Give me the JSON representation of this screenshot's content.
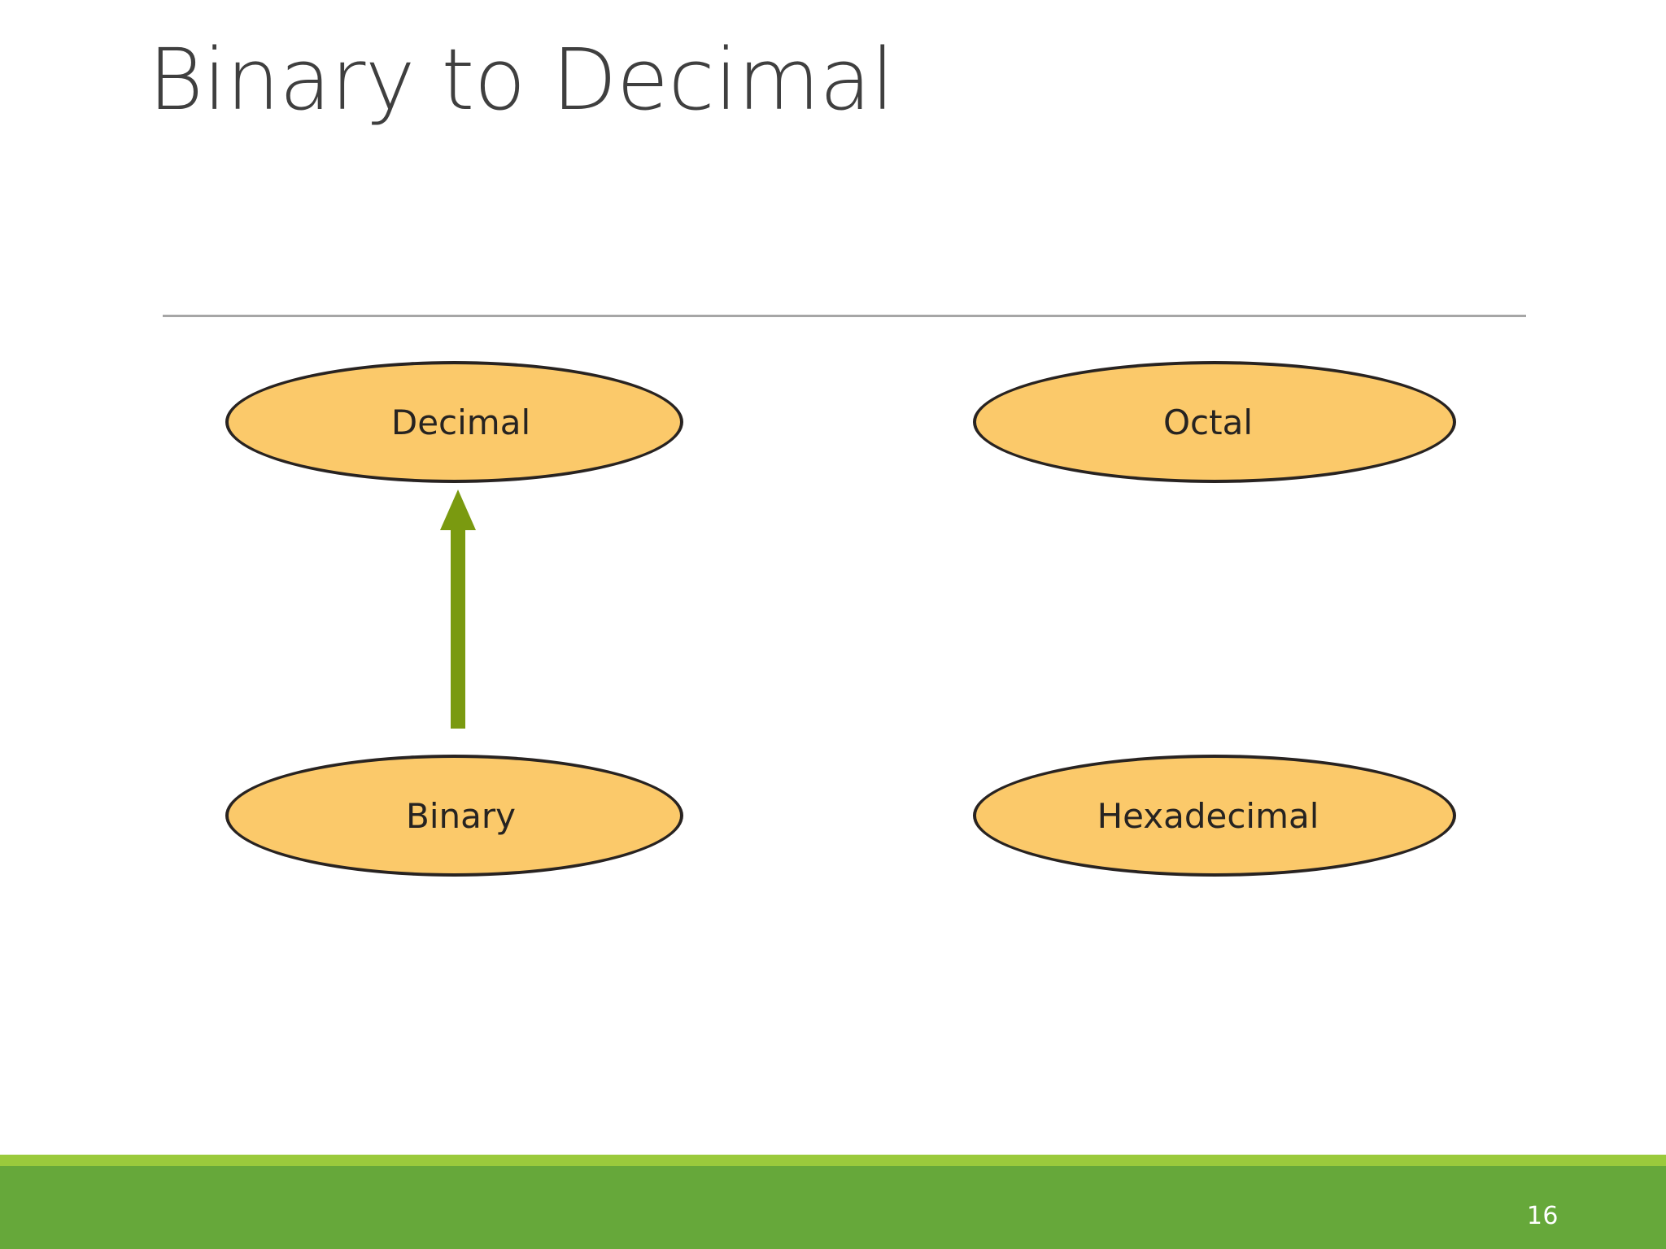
{
  "slide": {
    "title": "Binary to Decimal",
    "page_number": "16",
    "background_color": "#ffffff"
  },
  "theme": {
    "title_color": "#3f3f3f",
    "divider_color": "#a6a6a6",
    "node_fill": "#fbc96a",
    "node_stroke": "#282321",
    "node_text_color": "#262321",
    "arrow_color": "#7a9a10",
    "footer_accent_color": "#9aca3c",
    "footer_bar_color": "#66a83a",
    "page_number_color": "#ffffff"
  },
  "diagram": {
    "type": "number-system-conversion-map",
    "nodes": [
      {
        "id": "decimal",
        "label": "Decimal"
      },
      {
        "id": "octal",
        "label": "Octal"
      },
      {
        "id": "binary",
        "label": "Binary"
      },
      {
        "id": "hexadecimal",
        "label": "Hexadecimal"
      }
    ],
    "arrows": [
      {
        "id": "binary-to-decimal",
        "from": "binary",
        "to": "decimal",
        "direction": "up",
        "color": "#7a9a10"
      }
    ]
  }
}
